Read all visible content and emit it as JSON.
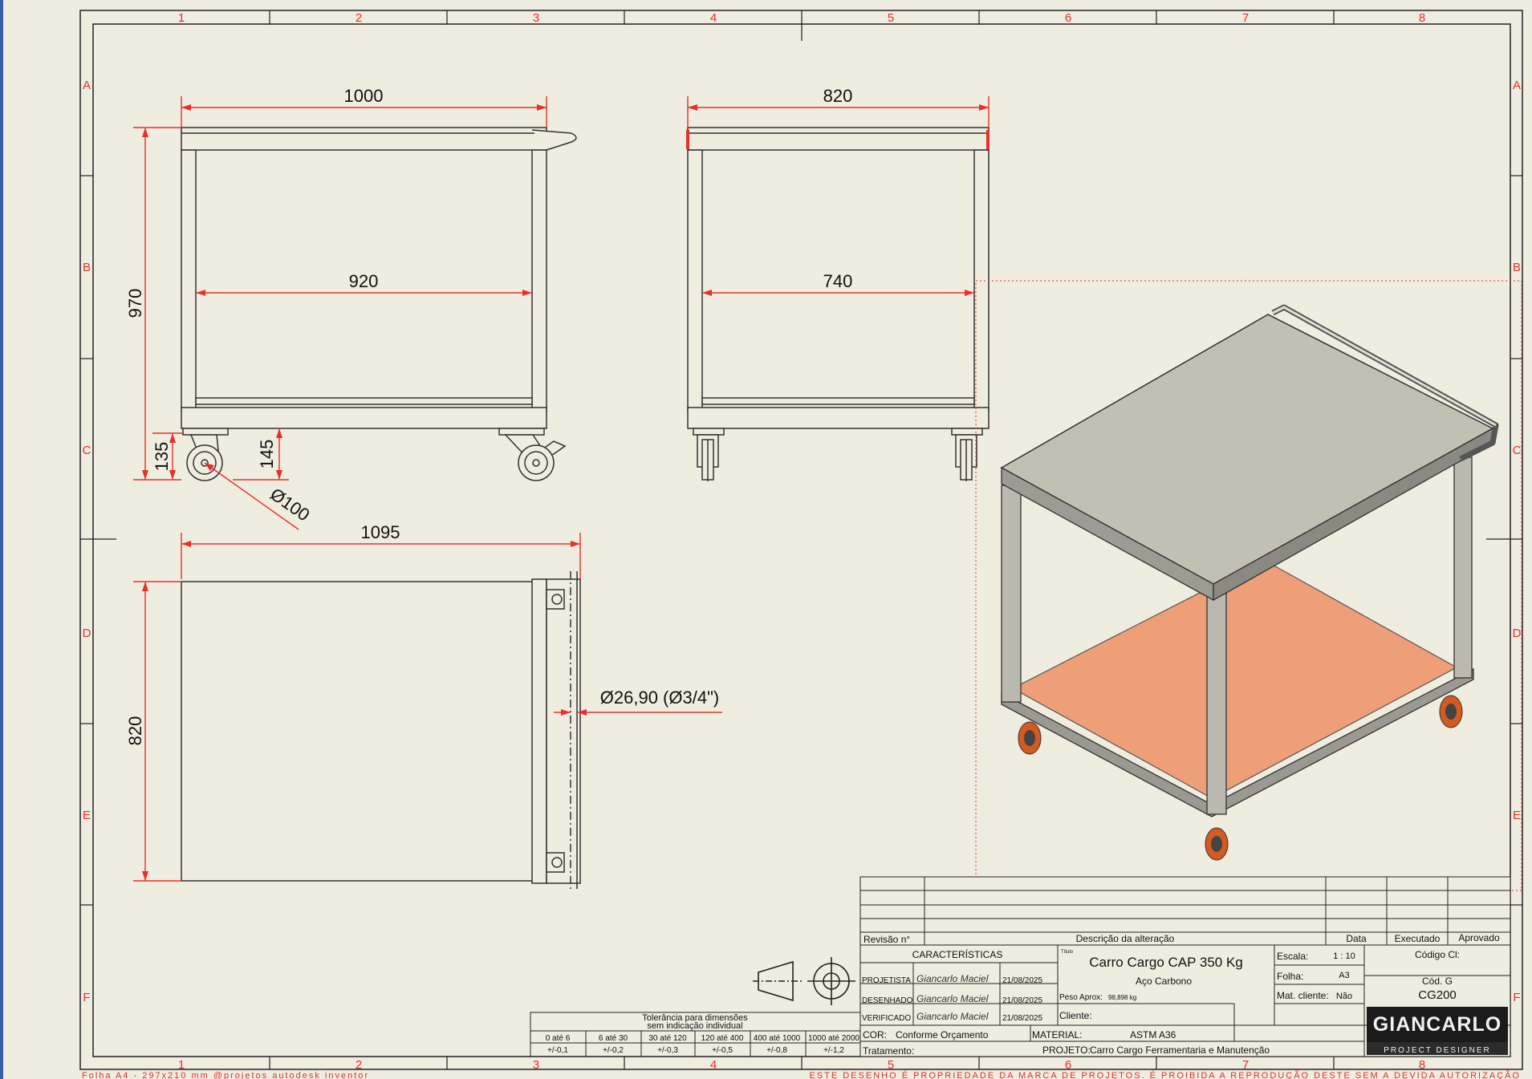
{
  "border": {
    "columns": [
      "1",
      "2",
      "3",
      "4",
      "5",
      "6",
      "7",
      "8"
    ],
    "rows": [
      "A",
      "B",
      "C",
      "D",
      "E",
      "F"
    ],
    "footer_left": "Folha A4 - 297x210 mm  @projetos autodesk inventor",
    "footer_right": "ESTE DESENHO É PROPRIEDADE DA MARCA DE PROJETOS. É PROIBIDA A REPRODUÇÃO DESTE SEM A DEVIDA AUTORIZAÇÃO"
  },
  "dimensions": {
    "front_width": "1000",
    "front_inner": "920",
    "front_height": "970",
    "caster_height_left": "135",
    "caster_height_right": "145",
    "wheel_diameter": "Ø100",
    "side_width": "820",
    "side_inner": "740",
    "top_length": "1095",
    "top_depth": "820",
    "tube_diameter": "Ø26,90 (Ø3/4\")"
  },
  "tolerance": {
    "title_line1": "Tolerância para dimensões",
    "title_line2": "sem indicação individual",
    "ranges": [
      "0 até 6",
      "6 até 30",
      "30 até 120",
      "120 até 400",
      "400 até 1000",
      "1000 até 2000"
    ],
    "values": [
      "+/-0,1",
      "+/-0,2",
      "+/-0,3",
      "+/-0,5",
      "+/-0,8",
      "+/-1,2"
    ]
  },
  "title_block": {
    "revision_label": "Revisão n°",
    "description_label": "Descrição da alteração",
    "date_label": "Data",
    "executed_label": "Executado",
    "approved_label": "Aprovado",
    "characteristics_label": "CARACTERÍSTICAS",
    "projetista_label": "PROJETISTA",
    "desenhado_label": "DESENHADO",
    "verificado_label": "VERIFICADO",
    "signature": "Giancarlo Maciel",
    "date1": "21/08/2025",
    "date2": "21/08/2025",
    "date3": "21/08/2025",
    "title_small": "Título",
    "title": "Carro Cargo CAP 350 Kg",
    "subtitle": "Aço Carbono",
    "weight_label": "Peso Aprox:",
    "weight_value": "98,898 kg",
    "client_label": "Cliente:",
    "scale_label": "Escala:",
    "scale_value": "1 : 10",
    "sheet_label": "Folha:",
    "sheet_value": "A3",
    "mat_client_label": "Mat. cliente:",
    "mat_client_value": "Não",
    "code_cl_label": "Código Cl:",
    "code_g_label": "Cód. G",
    "code_g_value": "CG200",
    "color_label": "COR:",
    "color_value": "Conforme Orçamento",
    "material_label": "MATERIAL:",
    "material_value": "ASTM A36",
    "treatment_label": "Tratamento:",
    "project_label": "PROJETO:",
    "project_value": "Carro Cargo Ferramentaria e Manutenção",
    "logo_name": "GIANCARLO",
    "logo_sub": "PROJECT DESIGNER"
  }
}
